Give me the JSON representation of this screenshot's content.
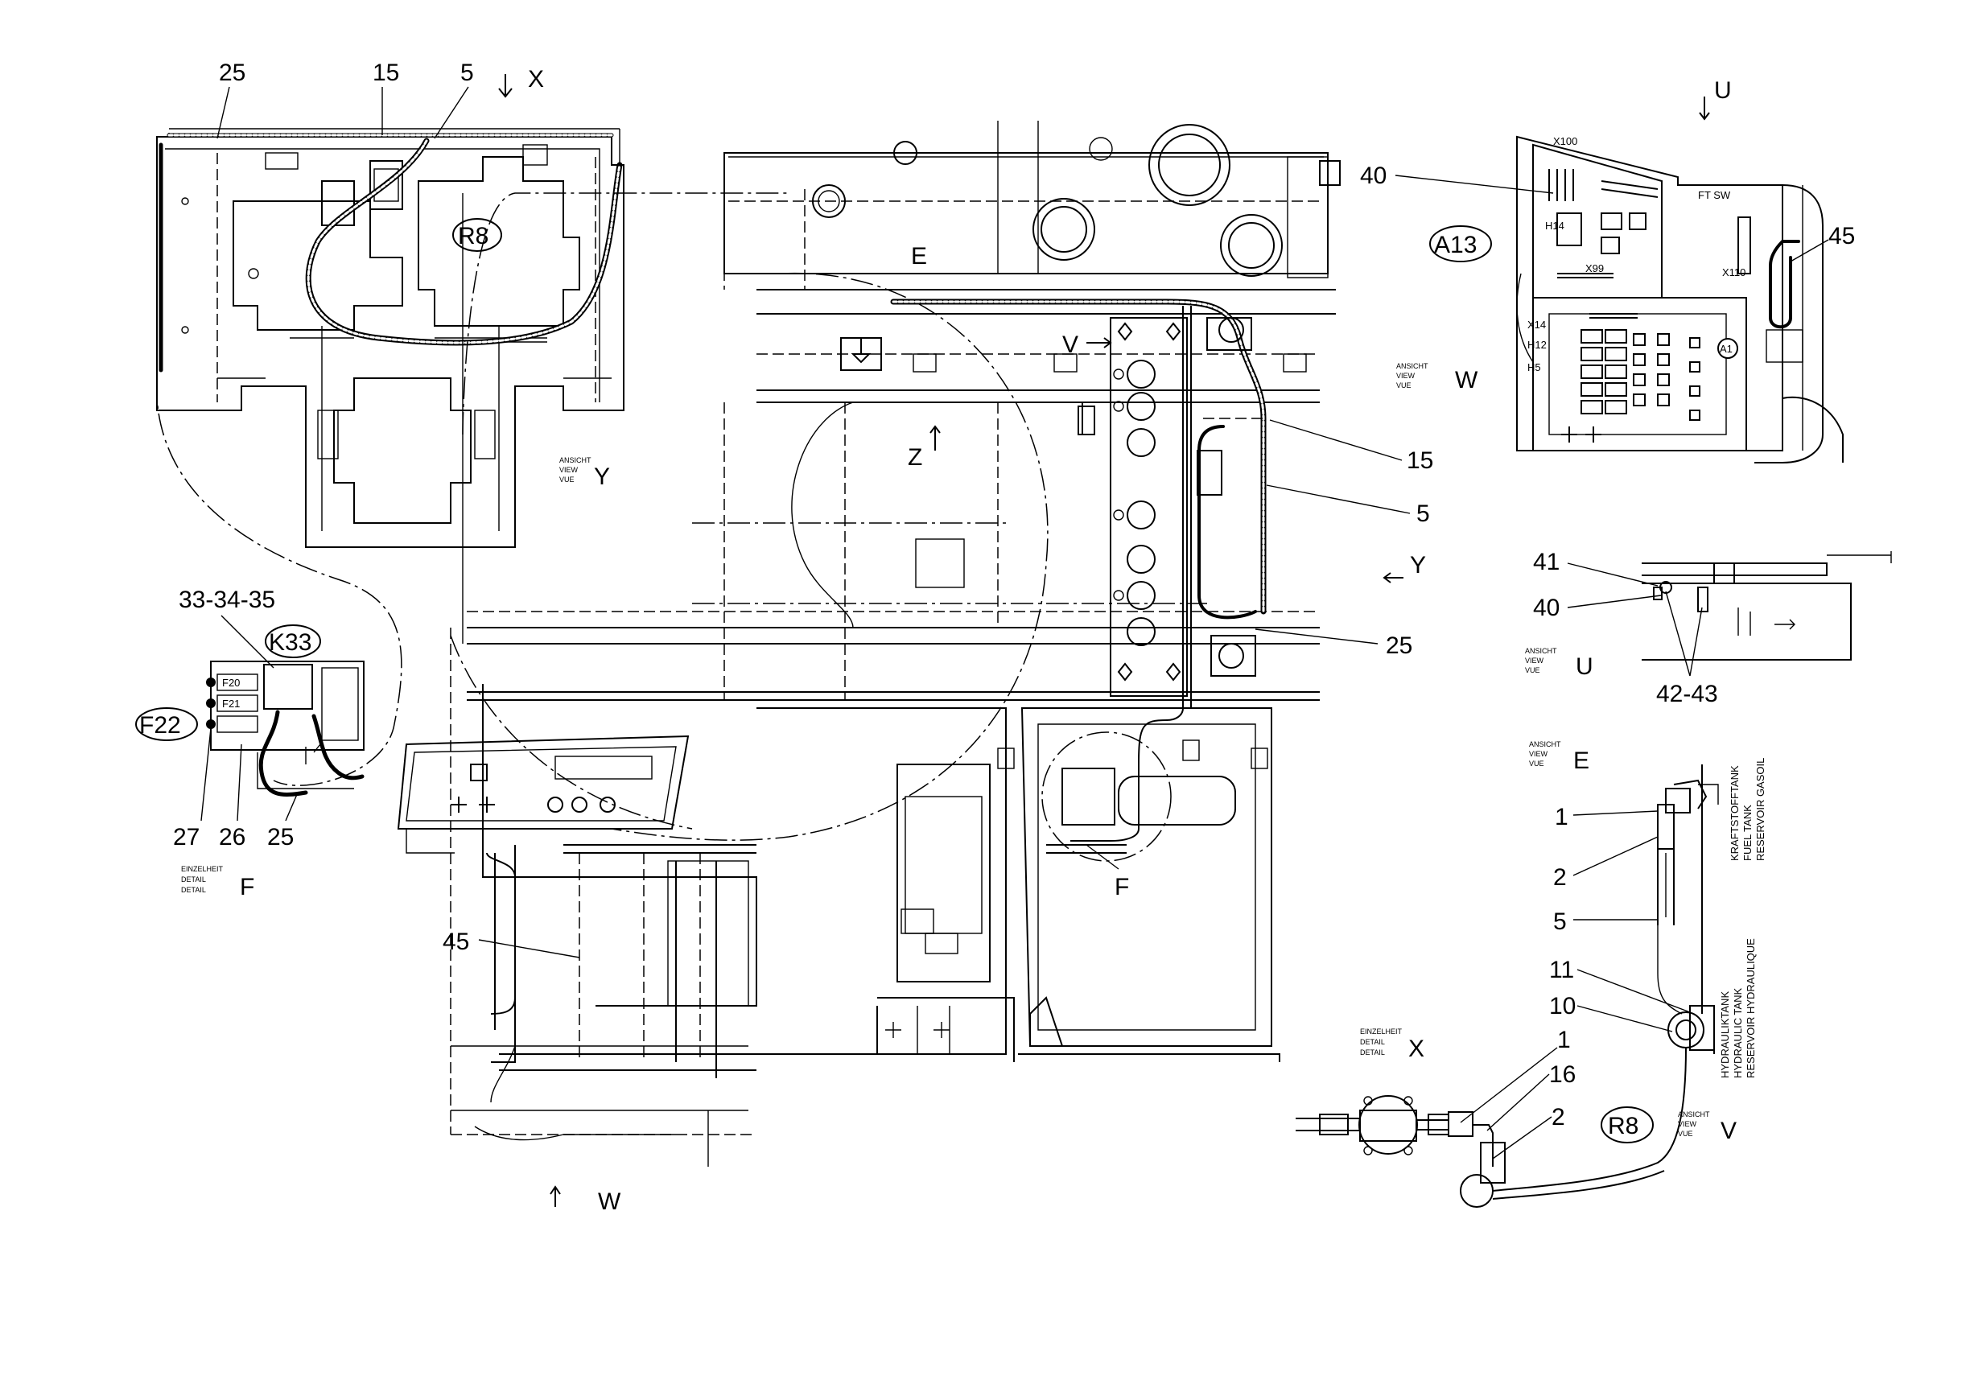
{
  "callouts": {
    "top_left_25": "25",
    "top_left_15": "15",
    "top_left_5": "5",
    "view_x_arrow": "X",
    "r8_top": "R8",
    "view_y_word1": "ANSICHT",
    "view_y_word2": "VIEW",
    "view_y_word3": "VUE",
    "view_y_letter": "Y",
    "k_group": "33-34-35",
    "k33": "K33",
    "f22": "F22",
    "f20": "F20",
    "f21": "F21",
    "bottom_27": "27",
    "bottom_26": "26",
    "bottom_25": "25",
    "detail_f_word1": "EINZELHEIT",
    "detail_f_word2": "DETAIL",
    "detail_f_word3": "DETAIL",
    "detail_f_letter": "F",
    "label_e": "E",
    "label_v": "V",
    "label_z": "Z",
    "label_f_mid": "F",
    "label_45_mid": "45",
    "label_w_bottom": "W",
    "right_15": "15",
    "right_5": "5",
    "right_25": "25",
    "view_y_arrow": "Y",
    "view_w_word1": "ANSICHT",
    "view_w_word2": "VIEW",
    "view_w_word3": "VUE",
    "view_w_letter": "W",
    "view_u_arrow": "U",
    "x100": "X100",
    "label_40_top": "40",
    "a13": "A13",
    "h14": "H14",
    "x99": "X99",
    "x110": "X110",
    "x14": "X14",
    "h12": "H12",
    "h5": "H5",
    "a1": "A1",
    "ft_sw": "FT SW",
    "label_45_right": "45",
    "label_41": "41",
    "label_40_u": "40",
    "view_u_word1": "ANSICHT",
    "view_u_word2": "VIEW",
    "view_u_word3": "VUE",
    "view_u_letter": "U",
    "label_42_43": "42-43",
    "view_e_word1": "ANSICHT",
    "view_e_word2": "VIEW",
    "view_e_word3": "VUE",
    "view_e_letter": "E",
    "e_1": "1",
    "e_2": "2",
    "e_5": "5",
    "e_11": "11",
    "e_10": "10",
    "fuel_de": "KRAFTSTOFFTANK",
    "fuel_en": "FUEL TANK",
    "fuel_fr": "RESERVOIR GASOIL",
    "hyd_de": "HYDRAULIKTANK",
    "hyd_en": "HYDRAULIC TANK",
    "hyd_fr": "RESERVOIR HYDRAULIQUE",
    "detail_x_word1": "EINZELHEIT",
    "detail_x_word2": "DETAIL",
    "detail_x_word3": "DETAIL",
    "detail_x_letter": "X",
    "x_1": "1",
    "x_16": "16",
    "x_2": "2",
    "r8_bottom": "R8",
    "view_v_word1": "ANSICHT",
    "view_v_word2": "VIEW",
    "view_v_word3": "VUE",
    "view_v_letter": "V"
  }
}
